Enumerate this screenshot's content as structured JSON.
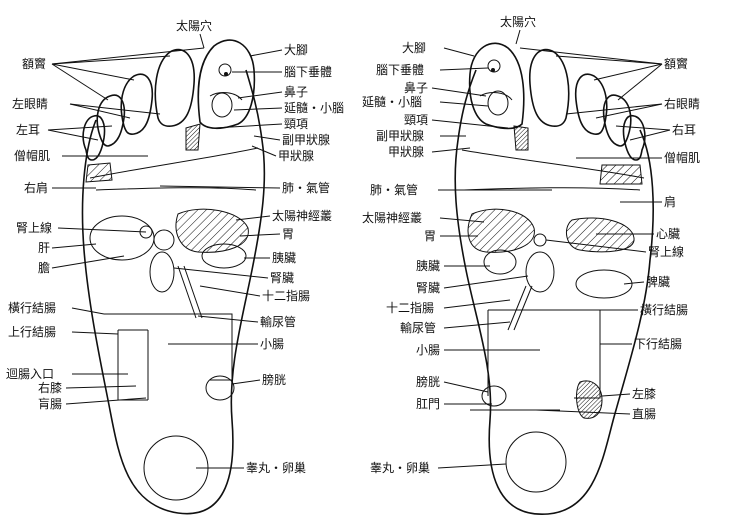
{
  "left_foot": {
    "labels": {
      "sun_point": "太陽穴",
      "sinuses": "額竇",
      "big_toe": "大腳",
      "pituitary": "腦下垂體",
      "left_eye": "左眼睛",
      "nose": "鼻子",
      "medulla_cerebellum": "延髓・小腦",
      "left_ear": "左耳",
      "neck": "頸項",
      "parathyroid": "副甲狀腺",
      "trapezius": "僧帽肌",
      "thyroid": "甲狀腺",
      "right_shoulder": "右肩",
      "lung_bronchi": "肺・氣管",
      "adrenal": "腎上線",
      "solar_plexus": "太陽神經叢",
      "liver": "肝",
      "stomach": "胃",
      "gallbladder": "膽",
      "pancreas": "胰臟",
      "kidney": "腎臟",
      "duodenum": "十二指腸",
      "transverse_colon": "橫行結腸",
      "ureter": "輸尿管",
      "ascending_colon": "上行結腸",
      "small_intestine": "小腸",
      "ileocecal": "迴腸入口",
      "bladder": "膀胱",
      "right_knee": "右膝",
      "appendix": "肓腸",
      "gonads": "睾丸・卵巢"
    }
  },
  "right_foot": {
    "labels": {
      "sun_point": "太陽穴",
      "big_toe": "大腳",
      "sinuses": "額竇",
      "pituitary": "腦下垂體",
      "nose": "鼻子",
      "right_eye": "右眼睛",
      "medulla_cerebellum": "延髓・小腦",
      "neck": "頸項",
      "right_ear": "右耳",
      "parathyroid": "副甲狀腺",
      "thyroid": "甲狀腺",
      "trapezius": "僧帽肌",
      "lung_bronchi": "肺・氣管",
      "shoulder": "肩",
      "solar_plexus": "太陽神經叢",
      "heart": "心臟",
      "stomach": "胃",
      "adrenal": "腎上線",
      "pancreas": "胰臟",
      "spleen": "脾臟",
      "kidney": "腎臟",
      "transverse_colon": "橫行結腸",
      "duodenum": "十二指腸",
      "ureter": "輸尿管",
      "descending_colon": "下行結腸",
      "small_intestine": "小腸",
      "bladder": "膀胱",
      "left_knee": "左膝",
      "anus": "肛門",
      "rectum": "直腸",
      "gonads": "睾丸・卵巢"
    }
  }
}
